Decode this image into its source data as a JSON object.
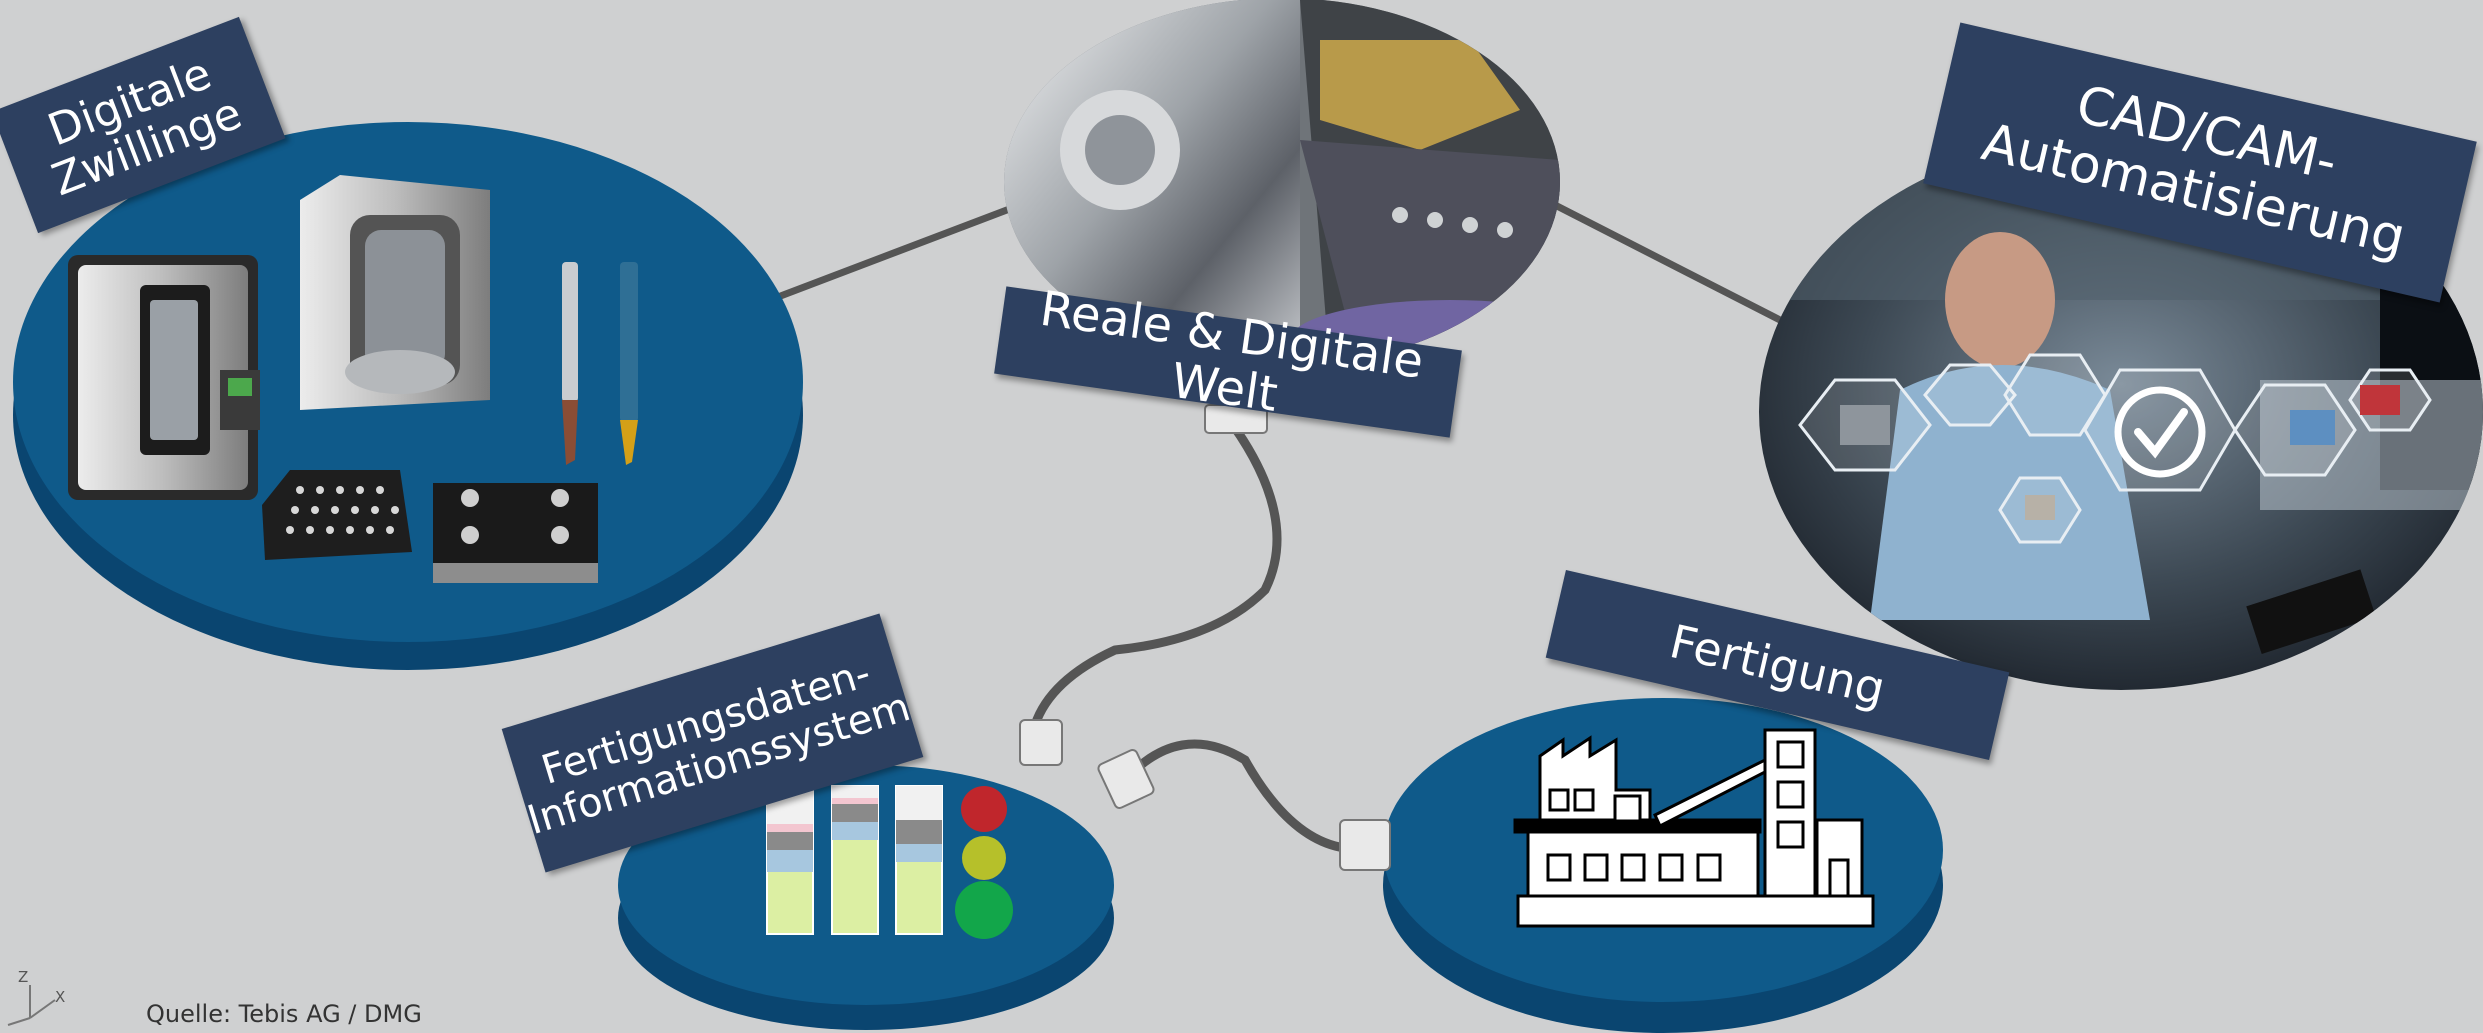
{
  "labels": {
    "digital_twins": [
      "Digitale",
      "Zwillinge"
    ],
    "real_digital_world": "Reale & Digitale Welt",
    "cadcam": [
      "CAD/CAM-",
      "Automatisierung"
    ],
    "info_system": [
      "Fertigungsdaten-",
      "Informationssystem"
    ],
    "production": "Fertigung"
  },
  "credit": "Quelle: Tebis AG / DMG",
  "axis": {
    "z": "Z",
    "x": "X"
  },
  "colors": {
    "background": "#cfd0d1",
    "disk_top": "#0f5a8a",
    "disk_side": "#0a4570",
    "label_bg": "#2d4060",
    "traffic_red": "#c0262c",
    "traffic_yellow": "#b6c02a",
    "traffic_green": "#12a64a",
    "bar_fill": "#dcefa3"
  },
  "icons": [
    "machine-tool-icon",
    "end-mill-icon",
    "fixture-plate-icon",
    "checkmark-icon",
    "factory-icon",
    "connector-plug-icon",
    "traffic-light-icon",
    "bar-meter-icon"
  ]
}
